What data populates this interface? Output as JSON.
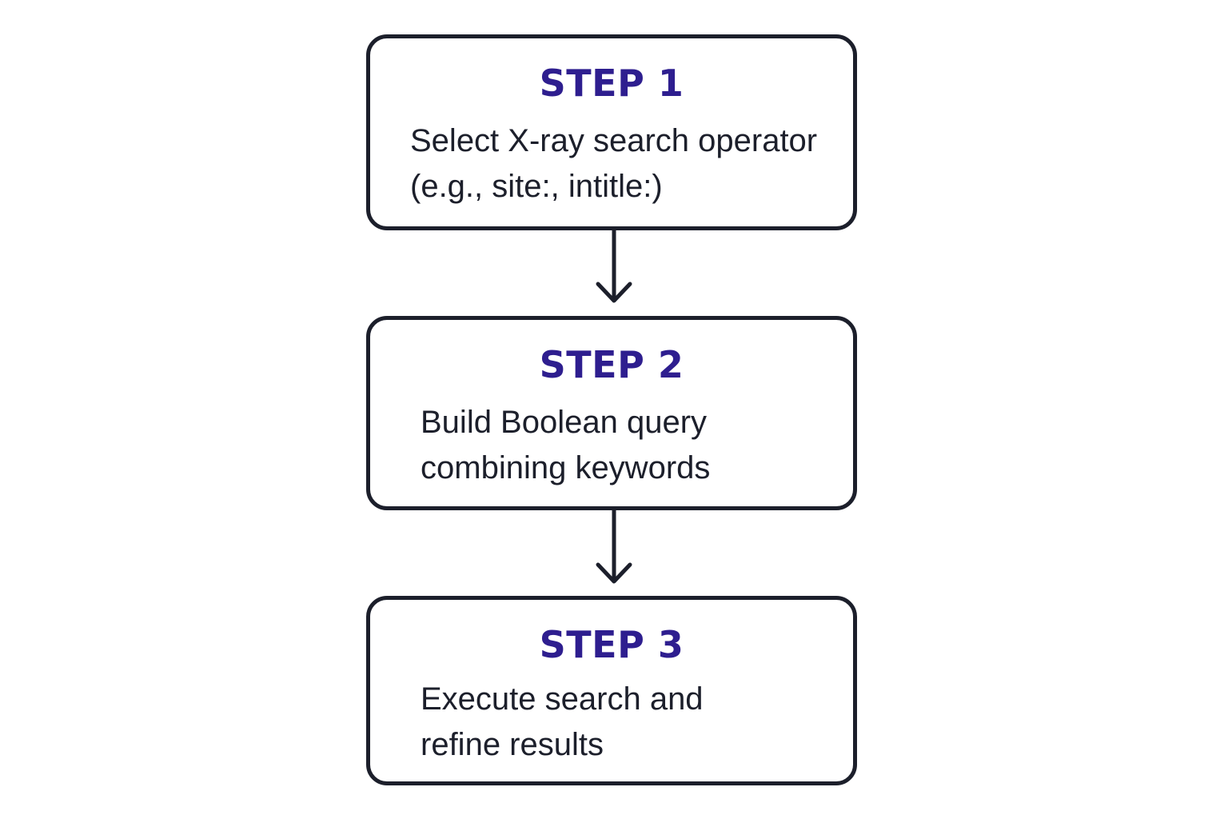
{
  "steps": [
    {
      "title": "STEP 1",
      "lines": [
        "Select X-ray search operator",
        "(e.g., site:, intitle:)"
      ]
    },
    {
      "title": "STEP 2",
      "lines": [
        "Build Boolean query",
        "combining keywords"
      ]
    },
    {
      "title": "STEP 3",
      "lines": [
        "Execute search and",
        "refine results"
      ]
    }
  ],
  "colors": {
    "title": "#2e1e8f",
    "text": "#1c1f2b",
    "border": "#1c1f2b",
    "background": "#ffffff"
  }
}
